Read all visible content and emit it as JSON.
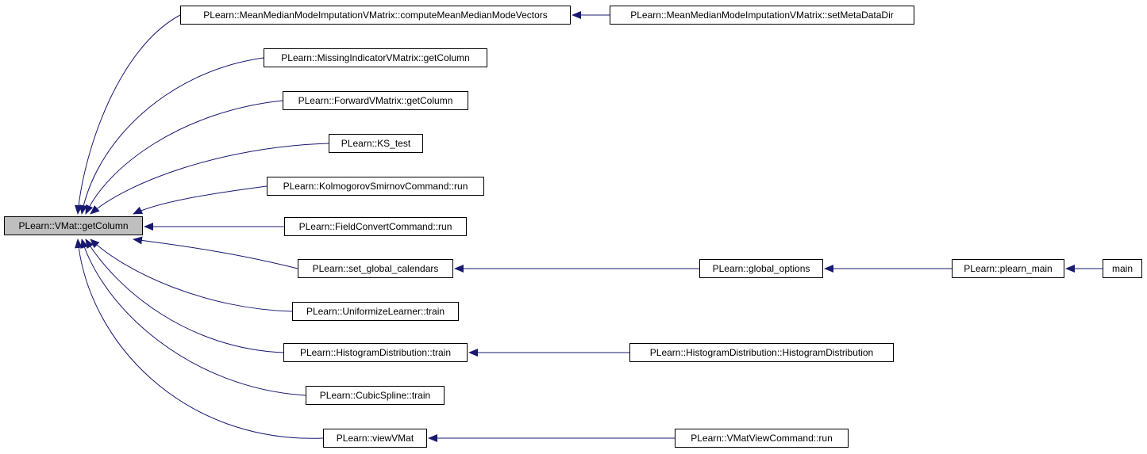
{
  "colors": {
    "edge": "#191970",
    "node_border": "#000000",
    "root_fill": "#bfbfbf",
    "node_fill": "#ffffff"
  },
  "nodes": [
    {
      "id": "root",
      "label": "PLearn::VMat::getColumn",
      "root": true
    },
    {
      "id": "n1",
      "label": "PLearn::MeanMedianModeImputationVMatrix::computeMeanMedianModeVectors"
    },
    {
      "id": "n2",
      "label": "PLearn::MeanMedianModeImputationVMatrix::setMetaDataDir"
    },
    {
      "id": "n3",
      "label": "PLearn::MissingIndicatorVMatrix::getColumn"
    },
    {
      "id": "n4",
      "label": "PLearn::ForwardVMatrix::getColumn"
    },
    {
      "id": "n5",
      "label": "PLearn::KS_test"
    },
    {
      "id": "n6",
      "label": "PLearn::KolmogorovSmirnovCommand::run"
    },
    {
      "id": "n7",
      "label": "PLearn::FieldConvertCommand::run"
    },
    {
      "id": "n8",
      "label": "PLearn::set_global_calendars"
    },
    {
      "id": "n9",
      "label": "PLearn::global_options"
    },
    {
      "id": "n10",
      "label": "PLearn::plearn_main"
    },
    {
      "id": "n11",
      "label": "main"
    },
    {
      "id": "n12",
      "label": "PLearn::UniformizeLearner::train"
    },
    {
      "id": "n13",
      "label": "PLearn::HistogramDistribution::train"
    },
    {
      "id": "n14",
      "label": "PLearn::HistogramDistribution::HistogramDistribution"
    },
    {
      "id": "n15",
      "label": "PLearn::CubicSpline::train"
    },
    {
      "id": "n16",
      "label": "PLearn::viewVMat"
    },
    {
      "id": "n17",
      "label": "PLearn::VMatViewCommand::run"
    }
  ],
  "edges": [
    {
      "from": "n1",
      "to": "root"
    },
    {
      "from": "n2",
      "to": "n1"
    },
    {
      "from": "n3",
      "to": "root"
    },
    {
      "from": "n4",
      "to": "root"
    },
    {
      "from": "n5",
      "to": "root"
    },
    {
      "from": "n6",
      "to": "root"
    },
    {
      "from": "n7",
      "to": "root"
    },
    {
      "from": "n8",
      "to": "root"
    },
    {
      "from": "n9",
      "to": "n8"
    },
    {
      "from": "n10",
      "to": "n9"
    },
    {
      "from": "n11",
      "to": "n10"
    },
    {
      "from": "n12",
      "to": "root"
    },
    {
      "from": "n13",
      "to": "root"
    },
    {
      "from": "n14",
      "to": "n13"
    },
    {
      "from": "n15",
      "to": "root"
    },
    {
      "from": "n16",
      "to": "root"
    },
    {
      "from": "n17",
      "to": "n16"
    }
  ]
}
